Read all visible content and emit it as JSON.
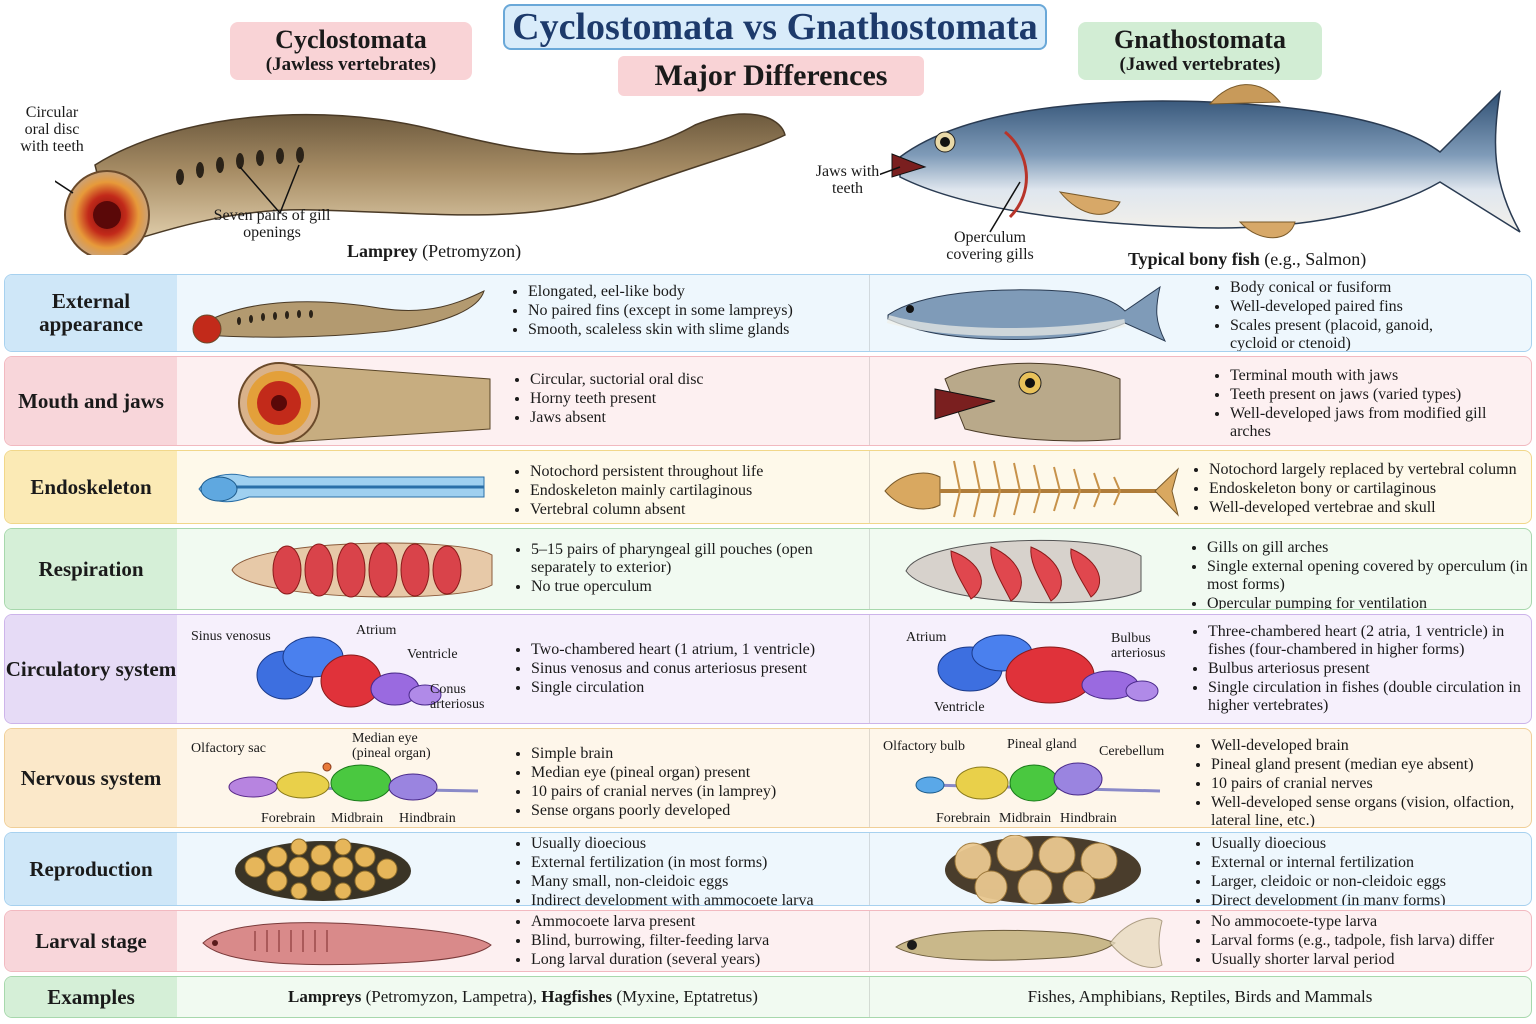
{
  "title": "Cyclostomata vs Gnathostomata",
  "subtitle": "Major Differences",
  "left_group": {
    "name": "Cyclostomata",
    "sub": "(Jawless vertebrates)"
  },
  "right_group": {
    "name": "Gnathostomata",
    "sub": "(Jawed vertebrates)"
  },
  "hero_left": {
    "label_disc": "Circular oral disc with teeth",
    "label_gills": "Seven pairs of gill openings",
    "caption_bold": "Lamprey",
    "caption_rest": " (Petromyzon)"
  },
  "hero_right": {
    "label_jaws": "Jaws with teeth",
    "label_operculum": "Operculum covering gills",
    "caption_bold": "Typical bony fish",
    "caption_rest": " (e.g., Salmon)"
  },
  "rows": [
    {
      "head": "External appearance",
      "left": [
        "Elongated, eel-like body",
        "No paired fins (except in some lampreys)",
        "Smooth, scaleless skin with slime glands"
      ],
      "right": [
        "Body conical or fusiform",
        "Well-developed paired fins",
        "Scales present (placoid, ganoid, cycloid or ctenoid)"
      ]
    },
    {
      "head": "Mouth and jaws",
      "left": [
        "Circular, suctorial oral disc",
        "Horny teeth present",
        "Jaws absent"
      ],
      "right": [
        "Terminal mouth with jaws",
        "Teeth present on jaws (varied types)",
        "Well-developed jaws from modified gill arches"
      ]
    },
    {
      "head": "Endoskeleton",
      "left": [
        "Notochord persistent throughout life",
        "Endoskeleton mainly cartilaginous",
        "Vertebral column absent"
      ],
      "right": [
        "Notochord largely replaced by vertebral column",
        "Endoskeleton bony or cartilaginous",
        "Well-developed vertebrae and skull"
      ]
    },
    {
      "head": "Respiration",
      "left": [
        "5–15 pairs of pharyngeal gill pouches (open separately to exterior)",
        "No true operculum"
      ],
      "right": [
        "Gills on gill arches",
        "Single external opening covered by operculum (in most forms)",
        "Opercular pumping for ventilation"
      ]
    },
    {
      "head": "Circulatory system",
      "left": [
        "Two-chambered heart (1 atrium, 1 ventricle)",
        "Sinus venosus and conus arteriosus present",
        "Single circulation"
      ],
      "right": [
        "Three-chambered heart (2 atria, 1 ventricle) in fishes (four-chambered in higher forms)",
        "Bulbus arteriosus present",
        "Single circulation in fishes (double circulation in higher vertebrates)"
      ],
      "left_labels": {
        "sinus": "Sinus venosus",
        "atrium": "Atrium",
        "ventricle": "Ventricle",
        "conus": "Conus arteriosus"
      },
      "right_labels": {
        "atrium": "Atrium",
        "bulbus": "Bulbus arteriosus",
        "ventricle": "Ventricle"
      }
    },
    {
      "head": "Nervous system",
      "left": [
        "Simple brain",
        "Median eye (pineal organ) present",
        "10 pairs of cranial nerves (in lamprey)",
        "Sense organs poorly developed"
      ],
      "right": [
        "Well-developed brain",
        "Pineal gland present (median eye absent)",
        "10 pairs of cranial nerves",
        "Well-developed sense organs (vision, olfaction, lateral line, etc.)"
      ],
      "left_labels": {
        "olfactory": "Olfactory sac",
        "median": "Median eye (pineal organ)",
        "forebrain": "Forebrain",
        "midbrain": "Midbrain",
        "hindbrain": "Hindbrain"
      },
      "right_labels": {
        "olfactory": "Olfactory bulb",
        "pineal": "Pineal gland",
        "cerebellum": "Cerebellum",
        "forebrain": "Forebrain",
        "midbrain": "Midbrain",
        "hindbrain": "Hindbrain"
      }
    },
    {
      "head": "Reproduction",
      "left": [
        "Usually dioecious",
        "External fertilization (in most forms)",
        "Many small, non-cleidoic eggs",
        "Indirect development with ammocoete larva"
      ],
      "right": [
        "Usually dioecious",
        "External or internal fertilization",
        "Larger, cleidoic or non-cleidoic eggs",
        "Direct development (in many forms)"
      ]
    },
    {
      "head": "Larval stage",
      "left": [
        "Ammocoete larva present",
        "Blind, burrowing, filter-feeding larva",
        "Long larval duration (several years)"
      ],
      "right": [
        "No ammocoete-type larva",
        "Larval forms (e.g., tadpole, fish larva) differ",
        "Usually shorter larval period"
      ]
    }
  ],
  "examples": {
    "head": "Examples",
    "left_b1": "Lampreys",
    "left_t1": " (Petromyzon, Lampetra), ",
    "left_b2": "Hagfishes",
    "left_t2": " (Myxine, Eptatretus)",
    "right": "Fishes, Amphibians, Reptiles, Birds and Mammals"
  }
}
